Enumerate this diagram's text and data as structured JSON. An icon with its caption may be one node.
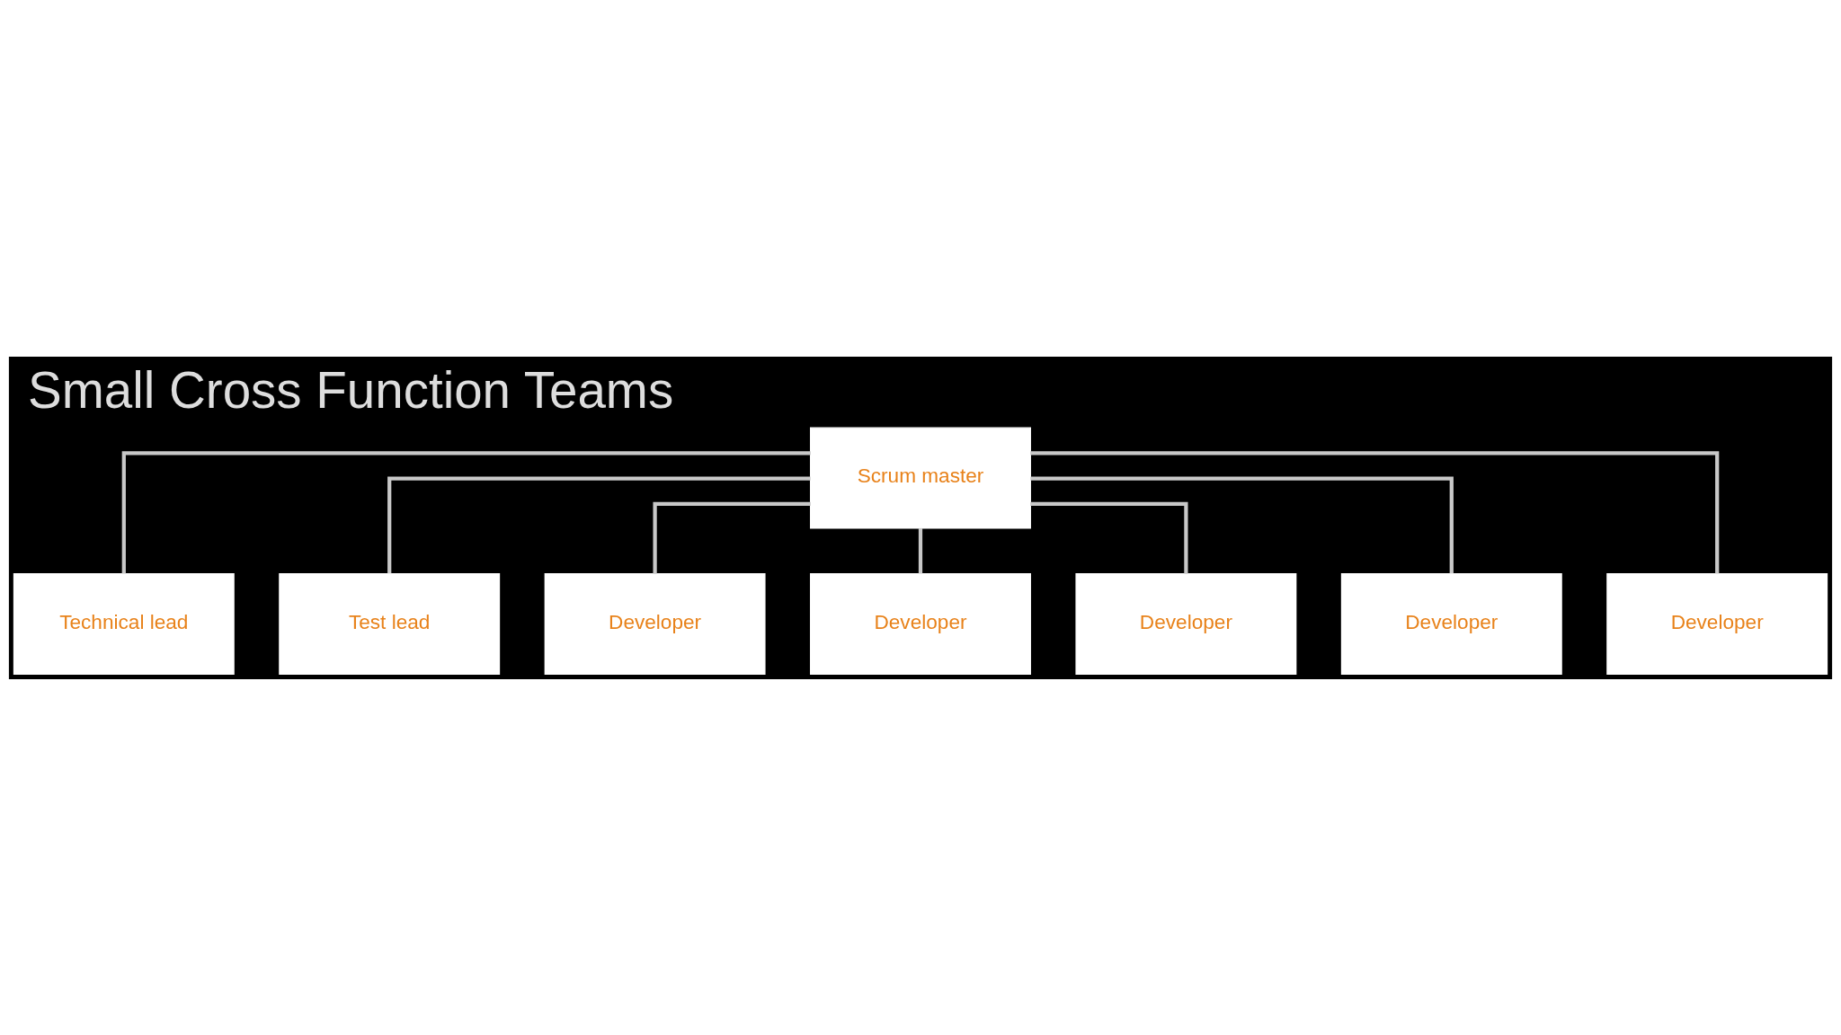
{
  "diagram": {
    "title": "Small Cross Function Teams",
    "nodes": [
      {
        "text": [
          "Scrum master"
        ]
      },
      {
        "text": [
          "Technical lead"
        ]
      },
      {
        "text": [
          "Test lead"
        ]
      },
      {
        "text": [
          "Developer"
        ]
      },
      {
        "text": [
          "Developer"
        ]
      },
      {
        "text": [
          "Developer"
        ]
      },
      {
        "text": [
          "Developer"
        ]
      },
      {
        "text": [
          "Developer"
        ]
      }
    ],
    "edges": [
      {
        "from": 0,
        "to": 1,
        "arrow": "none"
      },
      {
        "from": 0,
        "to": 2,
        "arrow": "none"
      },
      {
        "from": 0,
        "to": 3,
        "arrow": "none"
      },
      {
        "from": 0,
        "to": 4,
        "arrow": "none"
      },
      {
        "from": 0,
        "to": 5,
        "arrow": "none"
      },
      {
        "from": 0,
        "to": 6,
        "arrow": "none"
      },
      {
        "from": 0,
        "to": 7,
        "arrow": "none"
      }
    ]
  }
}
